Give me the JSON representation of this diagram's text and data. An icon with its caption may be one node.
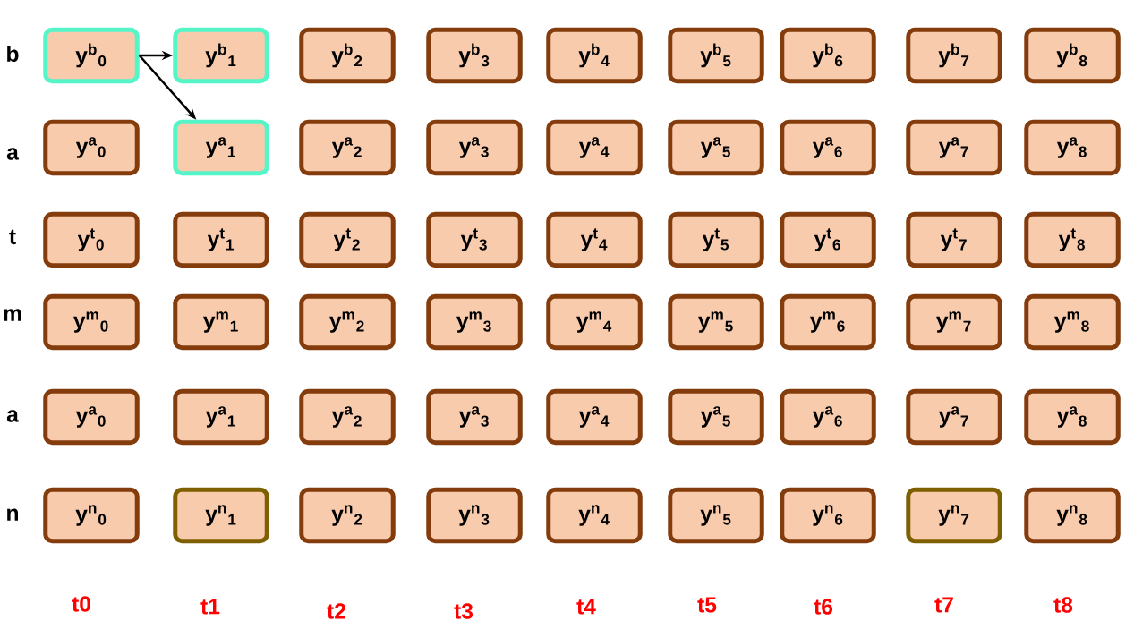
{
  "diagram": {
    "nodes": [
      {
        "text": [
          "y$^{b}$$_{0}$"
        ]
      },
      {
        "text": [
          "y$^{b}$$_{1}$"
        ]
      },
      {
        "text": [
          "y$^{b}$$_{2}$"
        ]
      },
      {
        "text": [
          "y$^{b}$$_{3}$"
        ]
      },
      {
        "text": [
          "y$^{b}$$_{4}$"
        ]
      },
      {
        "text": [
          "y$^{b}$$_{5}$"
        ]
      },
      {
        "text": [
          "y$^{b}$$_{6}$"
        ]
      },
      {
        "text": [
          "y$^{b}$$_{7}$"
        ]
      },
      {
        "text": [
          "y$^{b}$$_{8}$"
        ]
      },
      {
        "text": [
          "y$^{a}$$_{0}$"
        ]
      },
      {
        "text": [
          "y$^{a}$$_{1}$"
        ]
      },
      {
        "text": [
          "y$^{a}$$_{2}$"
        ]
      },
      {
        "text": [
          "y$^{a}$$_{3}$"
        ]
      },
      {
        "text": [
          "y$^{a}$$_{4}$"
        ]
      },
      {
        "text": [
          "y$^{a}$$_{5}$"
        ]
      },
      {
        "text": [
          "y$^{a}$$_{6}$"
        ]
      },
      {
        "text": [
          "y$^{a}$$_{7}$"
        ]
      },
      {
        "text": [
          "y$^{a}$$_{8}$"
        ]
      },
      {
        "text": [
          "y$^{t}$$_{0}$"
        ]
      },
      {
        "text": [
          "y$^{t}$$_{1}$"
        ]
      },
      {
        "text": [
          "y$^{t}$$_{2}$"
        ]
      },
      {
        "text": [
          "y$^{t}$$_{3}$"
        ]
      },
      {
        "text": [
          "y$^{t}$$_{4}$"
        ]
      },
      {
        "text": [
          "y$^{t}$$_{5}$"
        ]
      },
      {
        "text": [
          "y$^{t}$$_{6}$"
        ]
      },
      {
        "text": [
          "y$^{t}$$_{7}$"
        ]
      },
      {
        "text": [
          "y$^{t}$$_{8}$"
        ]
      },
      {
        "text": [
          "y$^{m}$$_{0}$"
        ]
      },
      {
        "text": [
          "y$^{m}$$_{1}$"
        ]
      },
      {
        "text": [
          "y$^{m}$$_{2}$"
        ]
      },
      {
        "text": [
          "y$^{m}$$_{3}$"
        ]
      },
      {
        "text": [
          "y$^{m}$$_{4}$"
        ]
      },
      {
        "text": [
          "y$^{m}$$_{5}$"
        ]
      },
      {
        "text": [
          "y$^{m}$$_{6}$"
        ]
      },
      {
        "text": [
          "y$^{m}$$_{7}$"
        ]
      },
      {
        "text": [
          "y$^{m}$$_{8}$"
        ]
      },
      {
        "text": [
          "y$^{a}$$_{0}$"
        ]
      },
      {
        "text": [
          "y$^{a}$$_{1}$"
        ]
      },
      {
        "text": [
          "y$^{a}$$_{2}$"
        ]
      },
      {
        "text": [
          "y$^{a}$$_{3}$"
        ]
      },
      {
        "text": [
          "y$^{a}$$_{4}$"
        ]
      },
      {
        "text": [
          "y$^{a}$$_{5}$"
        ]
      },
      {
        "text": [
          "y$^{a}$$_{6}$"
        ]
      },
      {
        "text": [
          "y$^{a}$$_{7}$"
        ]
      },
      {
        "text": [
          "y$^{a}$$_{8}$"
        ]
      },
      {
        "text": [
          "y$^{n}$$_{0}$"
        ]
      },
      {
        "text": [
          "y$^{n}$$_{1}$"
        ]
      },
      {
        "text": [
          "y$^{n}$$_{2}$"
        ]
      },
      {
        "text": [
          "y$^{n}$$_{3}$"
        ]
      },
      {
        "text": [
          "y$^{n}$$_{4}$"
        ]
      },
      {
        "text": [
          "y$^{n}$$_{5}$"
        ]
      },
      {
        "text": [
          "y$^{n}$$_{6}$"
        ]
      },
      {
        "text": [
          "y$^{n}$$_{7}$"
        ]
      },
      {
        "text": [
          "y$^{n}$$_{8}$"
        ]
      }
    ],
    "edges": [
      {
        "from": 0,
        "to": 1,
        "arrow": "to"
      },
      {
        "from": 0,
        "to": 10,
        "arrow": "to"
      }
    ],
    "labels": [
      "b",
      "a",
      "t",
      "m",
      "a",
      "n",
      "t0",
      "t1",
      "t2",
      "t3",
      "t4",
      "t5",
      "t6",
      "t7",
      "t8"
    ]
  }
}
